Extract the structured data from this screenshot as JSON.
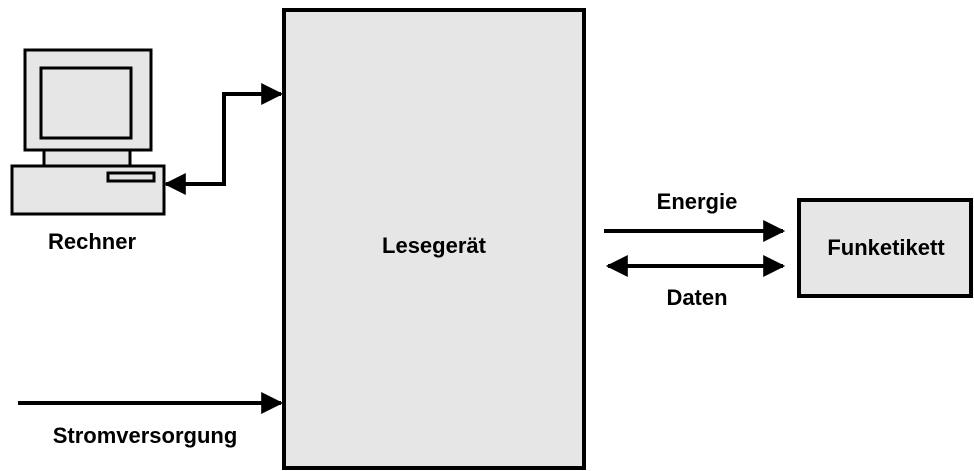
{
  "diagram": {
    "reader": {
      "label": "Lesegerät"
    },
    "tag": {
      "label": "Funketikett"
    },
    "computer": {
      "label": "Rechner"
    },
    "power": {
      "label": "Stromversorgung"
    },
    "energy_link": {
      "label": "Energie"
    },
    "data_link": {
      "label": "Daten"
    }
  },
  "colors": {
    "box_fill": "#e6e6e6",
    "stroke": "#000000",
    "background": "#ffffff"
  },
  "icons": {
    "computer": "desktop-computer-icon"
  }
}
